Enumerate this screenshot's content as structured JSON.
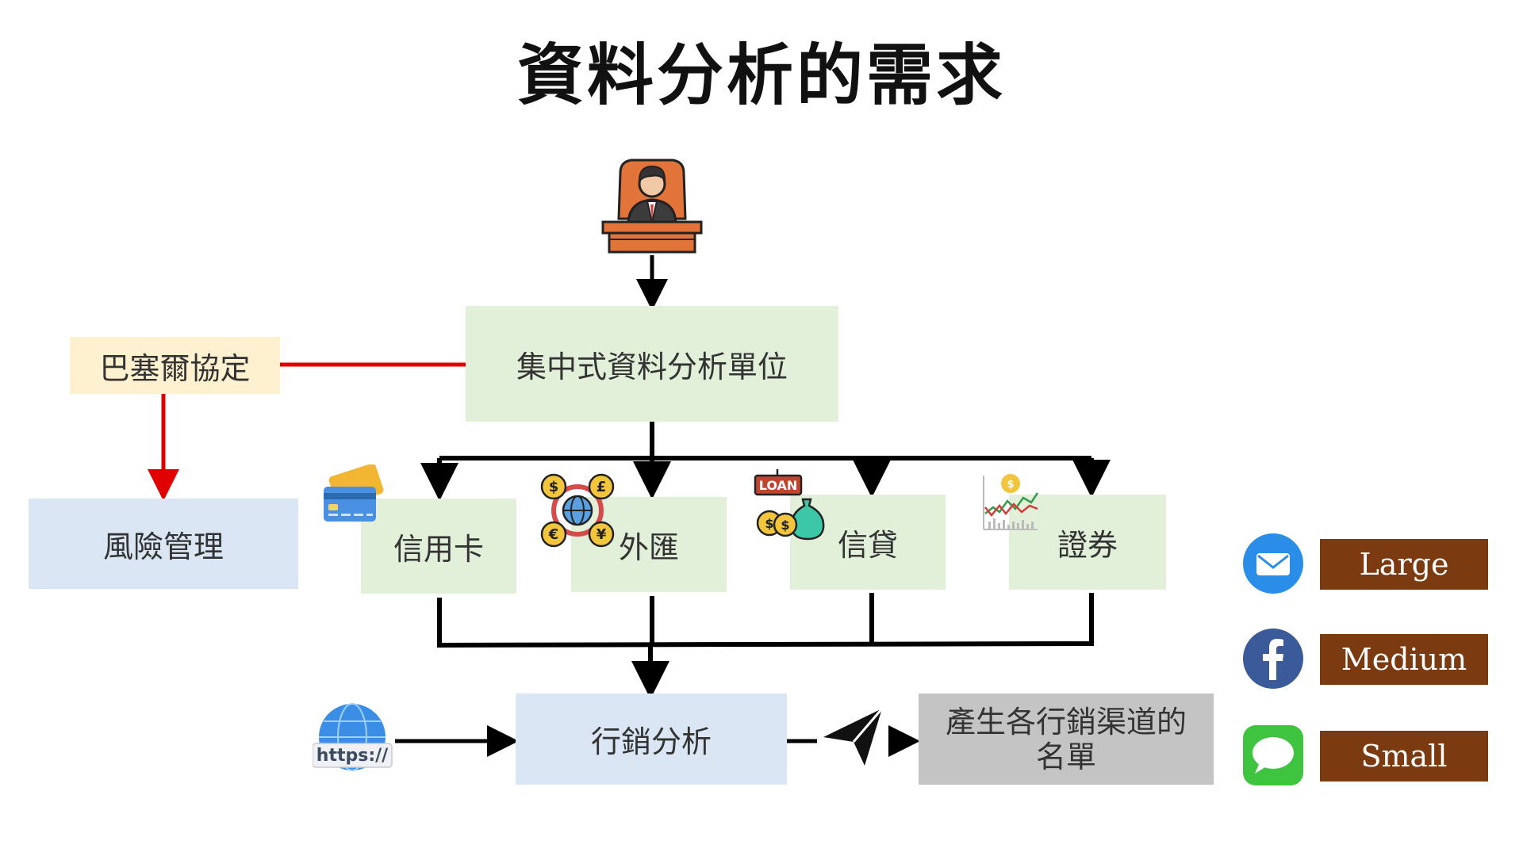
{
  "title": "資料分析的需求",
  "nodes": {
    "central": "集中式資料分析單位",
    "basel": "巴塞爾協定",
    "risk": "風險管理",
    "credit_card": "信用卡",
    "forex": "外匯",
    "loan": "信貸",
    "securities": "證券",
    "marketing": "行銷分析",
    "output_line1": "產生各行銷渠道的",
    "output_line2": "名單"
  },
  "icons": {
    "executive": "executive-desk-icon",
    "credit_card": "credit-card-icon",
    "forex": "currency-exchange-icon",
    "loan": "loan-money-bag-icon",
    "securities": "stock-chart-icon",
    "web": "https-globe-icon",
    "send": "paper-plane-icon",
    "email": "email-icon",
    "facebook": "facebook-icon",
    "message": "message-icon",
    "loan_sign": "LOAN",
    "https_text": "https://"
  },
  "legend": [
    {
      "label": "Large",
      "icon": "email-icon"
    },
    {
      "label": "Medium",
      "icon": "facebook-icon"
    },
    {
      "label": "Small",
      "icon": "message-icon"
    }
  ],
  "colors": {
    "green_box": "#e2efd9",
    "blue_box": "#dae6f3",
    "yellow_box": "#fdf1cf",
    "gray_box": "#c4c4c4",
    "legend_box": "#7b3a10",
    "red_arrow": "#e00000"
  }
}
